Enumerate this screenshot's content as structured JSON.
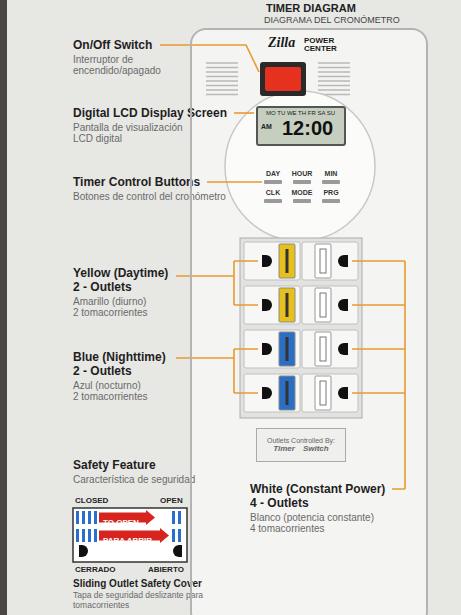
{
  "diagram": {
    "title": "TIMER DIAGRAM",
    "nodes": [
      {
        "text": [
          "Zilla",
          "POWER CENTER"
        ]
      },
      {
        "text": [
          "AM",
          "MO TU WE TH FR SA SU",
          "12:00"
        ],
        "in": 0
      },
      {
        "text": [
          "Outlets Controlled By:",
          "Timer",
          "Switch"
        ],
        "in": 0
      },
      {
        "text": [
          "TO OPEN"
        ]
      },
      {
        "text": [
          "PARA ABRIR"
        ]
      }
    ],
    "labels": [
      "DIAGRAMA DEL CRONÓMETRO",
      "On/Off Switch",
      "Interruptor de encendido/apagado",
      "Digital LCD Display Screen",
      "Pantalla de visualización LCD digital",
      "Timer Control Buttons",
      "Botones de control del cronómetro",
      "DAY",
      "HOUR",
      "MIN",
      "CLK",
      "MODE",
      "PRG",
      "Yellow (Daytime) 2 - Outlets",
      "Amarillo (diurno) 2 tomacorrientes",
      "Blue (Nighttime) 2 - Outlets",
      "Azul (nocturno) 2 tomacorrientes",
      "White (Constant Power) 4 - Outlets",
      "Blanco (potencia constante) 4 tomacorrientes",
      "Safety Feature",
      "Característica de seguridad",
      "CLOSED",
      "OPEN",
      "CERRADO",
      "ABIERTO",
      "Sliding Outlet Safety Cover",
      "Tapa de seguridad deslizante para tomacorrientes"
    ]
  }
}
